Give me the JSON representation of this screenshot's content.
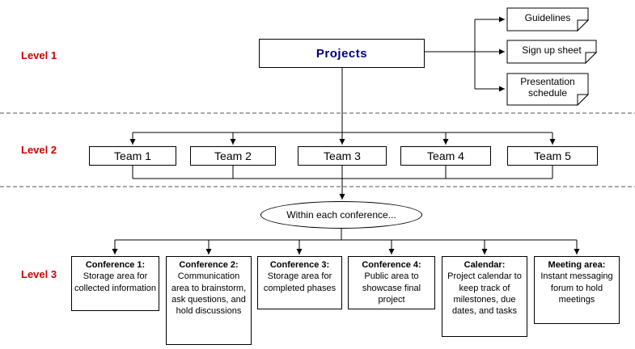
{
  "level_labels": {
    "level1": "Level 1",
    "level2": "Level 2",
    "level3": "Level 3"
  },
  "level1": {
    "projects_label": "Projects",
    "documents": [
      {
        "label": "Guidelines"
      },
      {
        "label": "Sign up sheet"
      },
      {
        "label": "Presentation schedule"
      }
    ]
  },
  "level2": {
    "teams": [
      {
        "label": "Team 1"
      },
      {
        "label": "Team 2"
      },
      {
        "label": "Team 3"
      },
      {
        "label": "Team 4"
      },
      {
        "label": "Team 5"
      }
    ]
  },
  "level3": {
    "ellipse_label": "Within each conference...",
    "boxes": [
      {
        "title": "Conference 1:",
        "body": "Storage area for collected information"
      },
      {
        "title": "Conference 2:",
        "body": "Communication area to brainstorm, ask questions, and hold discussions"
      },
      {
        "title": "Conference 3:",
        "body": "Storage area for completed phases"
      },
      {
        "title": "Conference 4:",
        "body": "Public area to showcase final project"
      },
      {
        "title": "Calendar:",
        "body": "Project calendar to keep track of milestones, due dates, and tasks"
      },
      {
        "title": "Meeting area:",
        "body": "Instant messaging forum to hold meetings"
      }
    ]
  },
  "colors": {
    "level_label_text": "#cc0000",
    "projects_text": "#000080",
    "line": "#000000",
    "box_background": "#ffffff"
  }
}
